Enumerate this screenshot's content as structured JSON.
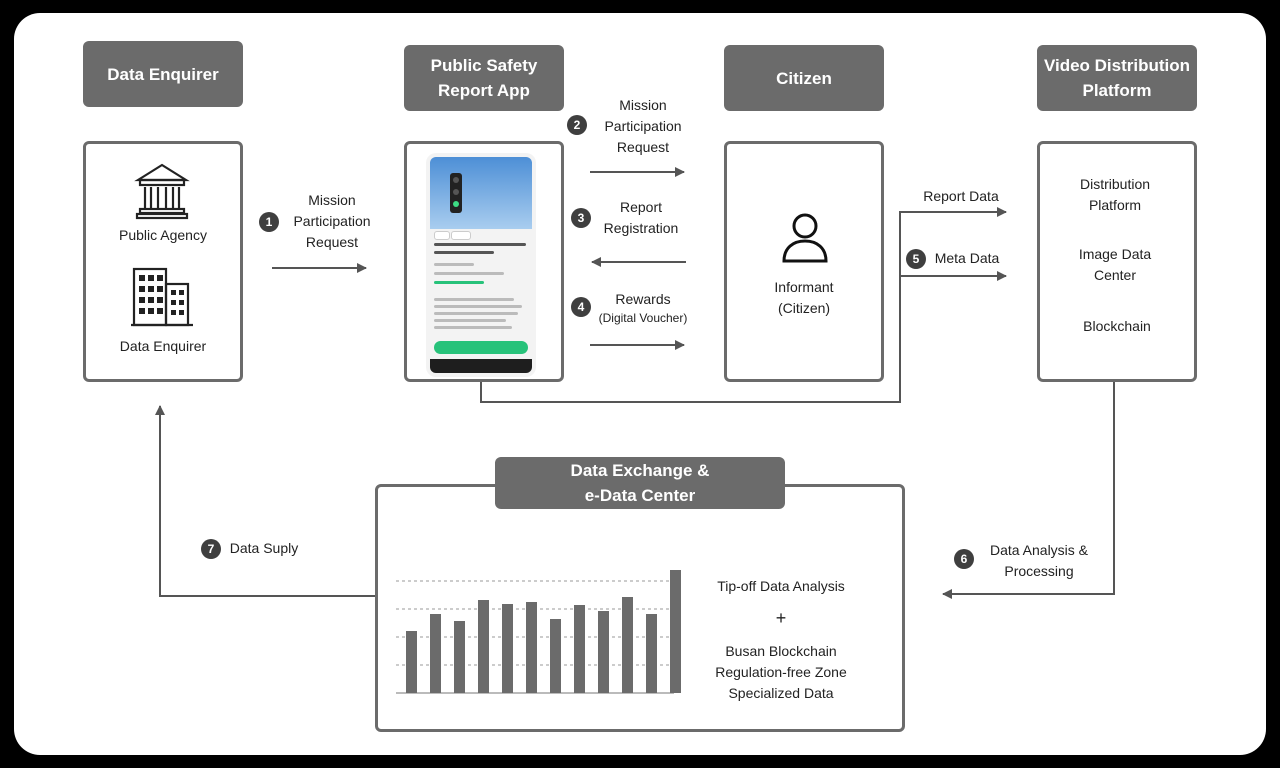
{
  "headers": {
    "data_enquirer": "Data Enquirer",
    "report_app": "Public Safety\nReport App",
    "citizen": "Citizen",
    "video_platform": "Video Distribution\nPlatform",
    "exchange": "Data Exchange &\ne-Data Center"
  },
  "enquirer_box": {
    "agency": "Public Agency",
    "enquirer": "Data Enquirer"
  },
  "citizen_box": {
    "informant": "Informant\n(Citizen)"
  },
  "platform_box": {
    "distribution": "Distribution\nPlatform",
    "image_center": "Image Data\nCenter",
    "blockchain": "Blockchain"
  },
  "steps": [
    {
      "num": "1",
      "label": "Mission\nParticipation\nRequest"
    },
    {
      "num": "2",
      "label": "Mission\nParticipation\nRequest"
    },
    {
      "num": "3",
      "label": "Report\nRegistration"
    },
    {
      "num": "4",
      "label": "Rewards"
    },
    {
      "num": "5",
      "label": "Meta Data"
    },
    {
      "num": "6",
      "label": "Data Analysis &\nProcessing"
    },
    {
      "num": "7",
      "label": "Data Suply"
    }
  ],
  "rewards_sub": "(Digital Voucher)",
  "report_data": "Report Data",
  "exchange_box": {
    "line1": "Tip-off Data Analysis",
    "plus": "+",
    "line2": "Busan Blockchain\nRegulation-free Zone\nSpecialized Data"
  },
  "chart_data": {
    "type": "bar",
    "values": [
      62,
      79,
      72,
      93,
      89,
      91,
      74,
      88,
      82,
      96,
      79,
      123
    ],
    "ylim": [
      0,
      130
    ],
    "grid": true
  },
  "colors": {
    "header": "#6b6b6b",
    "border": "#6b6b6b",
    "badge": "#3f3f3f",
    "accent": "#27c27a"
  },
  "icons": [
    "bank-icon",
    "building-icon",
    "person-icon",
    "phone-screen"
  ]
}
